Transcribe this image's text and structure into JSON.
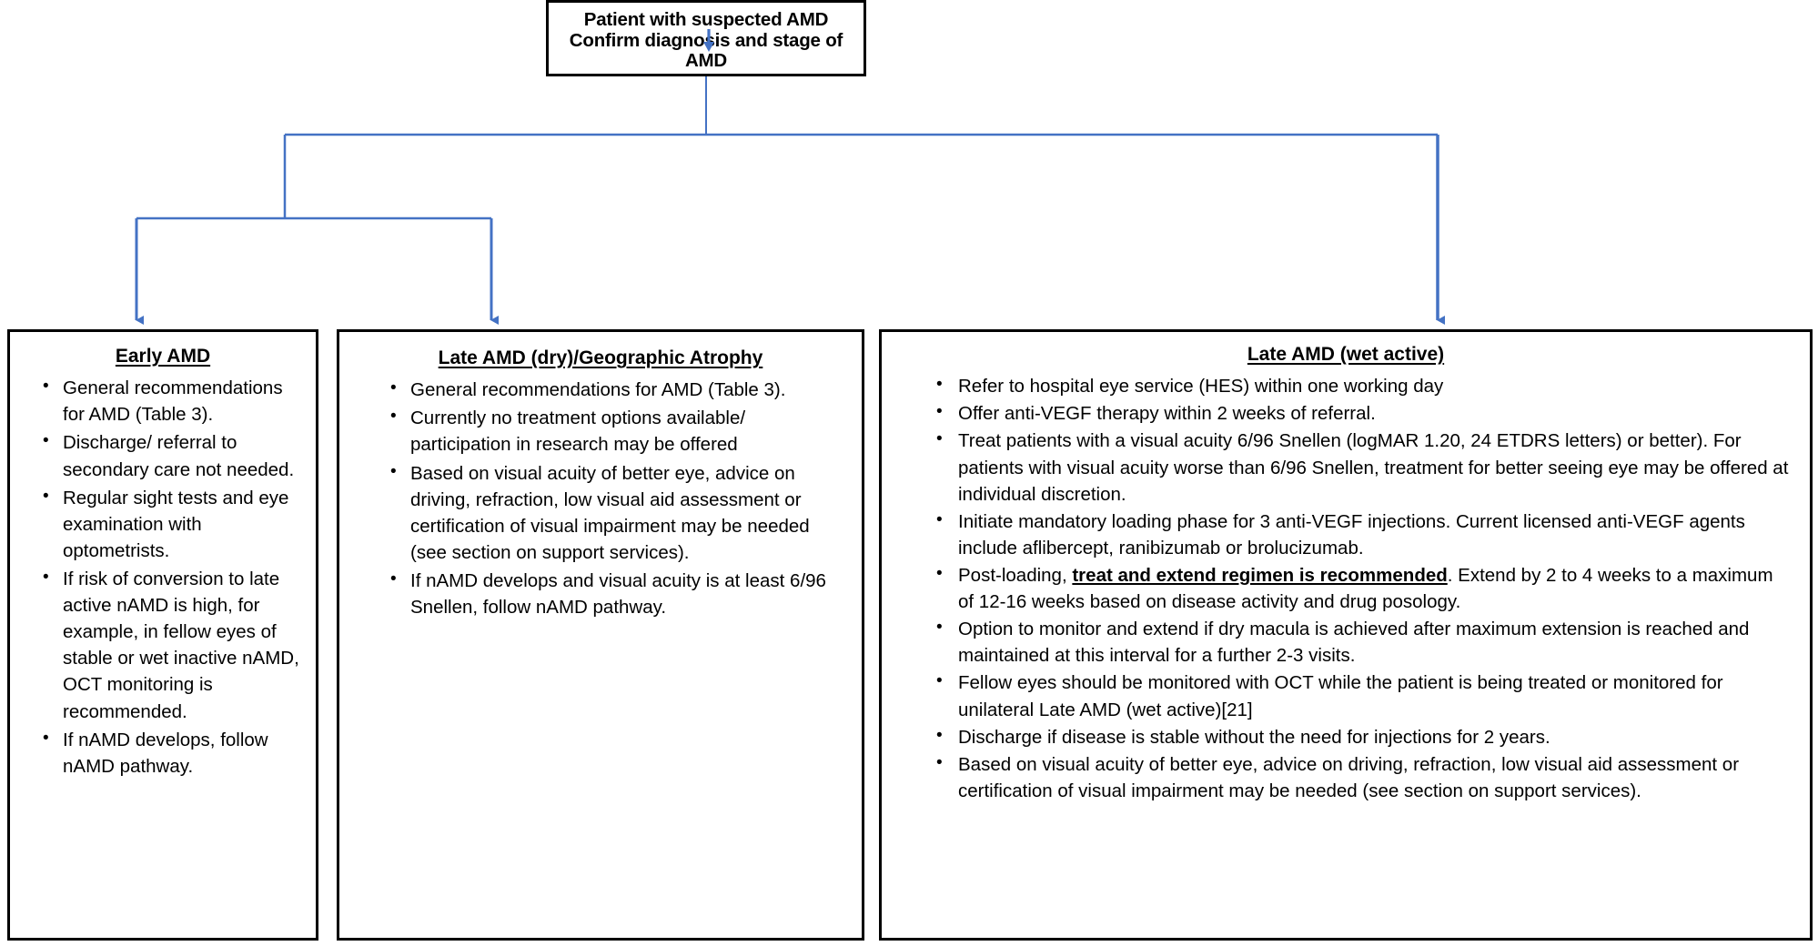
{
  "diagram": {
    "title": "AMD management pathway",
    "accent_color": "#4472C4",
    "border_color": "#000000",
    "background_color": "#FFFFFF"
  },
  "top_node": {
    "line1": "Patient with suspected AMD",
    "line2": "Confirm diagnosis and stage of AMD",
    "inner_icon": "down-arrow-icon"
  },
  "branches": [
    {
      "id": "early",
      "title": "Early AMD",
      "bullets": [
        "General recommendations for AMD (Table 3).",
        "Discharge/ referral to secondary care not needed.",
        "Regular sight tests and eye examination with optometrists.",
        "If risk of conversion to late active nAMD is high, for example, in fellow eyes of stable or wet inactive nAMD, OCT monitoring is recommended.",
        "If nAMD develops, follow nAMD pathway."
      ]
    },
    {
      "id": "dry",
      "title": "Late AMD (dry)/Geographic Atrophy",
      "bullets": [
        "General recommendations for AMD (Table 3).",
        "Currently no treatment options available/ participation in research may be offered",
        "Based on visual acuity of better eye, advice on driving, refraction, low visual aid assessment or certification of visual impairment may be needed (see section on support services).",
        "If nAMD develops and visual acuity is at least 6/96 Snellen, follow nAMD pathway."
      ]
    },
    {
      "id": "wet",
      "title": "Late AMD (wet active)",
      "bullets": [
        {
          "parts": [
            {
              "text": "Refer to hospital eye service (HES) within one working day",
              "style": "normal"
            }
          ]
        },
        {
          "parts": [
            {
              "text": "Offer anti-VEGF therapy within 2 weeks of referral.",
              "style": "normal"
            }
          ]
        },
        {
          "parts": [
            {
              "text": "Treat patients with a visual acuity 6/96 Snellen (logMAR 1.20, 24 ETDRS letters) or better). For patients with visual acuity worse than 6/96 Snellen, treatment for better seeing eye may be offered at individual discretion.",
              "style": "normal"
            }
          ]
        },
        {
          "parts": [
            {
              "text": "Initiate mandatory loading phase for 3 anti-VEGF injections.  Current licensed anti-VEGF agents include aflibercept, ranibizumab or brolucizumab.",
              "style": "normal"
            }
          ]
        },
        {
          "parts": [
            {
              "text": "Post-loading, ",
              "style": "normal"
            },
            {
              "text": "treat and extend regimen is recommended",
              "style": "bold-underline"
            },
            {
              "text": ". Extend by 2 to 4 weeks to a maximum of 12-16 weeks based on disease activity and drug posology.",
              "style": "normal"
            }
          ]
        },
        {
          "parts": [
            {
              "text": "Option to monitor and extend if dry macula is achieved after maximum extension is reached and maintained at this interval for a further 2-3 visits.",
              "style": "normal"
            }
          ]
        },
        {
          "parts": [
            {
              "text": "Fellow eyes should be monitored with OCT while the patient is being treated or monitored for unilateral Late AMD (wet active)[21]",
              "style": "normal"
            }
          ]
        },
        {
          "parts": [
            {
              "text": "Discharge if disease is stable without the need for injections for 2 years.",
              "style": "normal"
            }
          ]
        },
        {
          "parts": [
            {
              "text": "Based on visual acuity of better eye, advice on driving, refraction, low visual aid assessment or certification of visual impairment may be needed (see section on support services).",
              "style": "normal"
            }
          ]
        }
      ]
    }
  ]
}
